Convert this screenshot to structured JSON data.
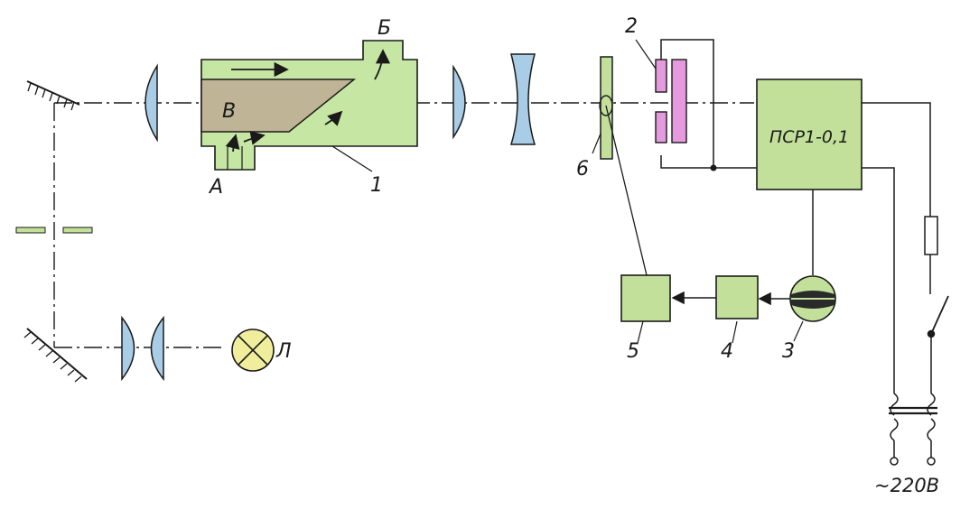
{
  "labels": {
    "cell": "1",
    "plates": "2",
    "photomultiplier": "3",
    "block4": "4",
    "block5": "5",
    "modulator": "6",
    "inlet": "А",
    "outlet": "Б",
    "chamber": "В",
    "lamp": "Л",
    "power_unit": "ПСР1-0,1",
    "supply": "~220В"
  },
  "colors": {
    "box": "#c2e09a",
    "cell_fill": "#c6e6a4",
    "insert": "#c0b497",
    "lens": "#a9cde6",
    "plate": "#e59ae0",
    "lamp": "#f0ee9c",
    "line": "#1a1a1a"
  }
}
